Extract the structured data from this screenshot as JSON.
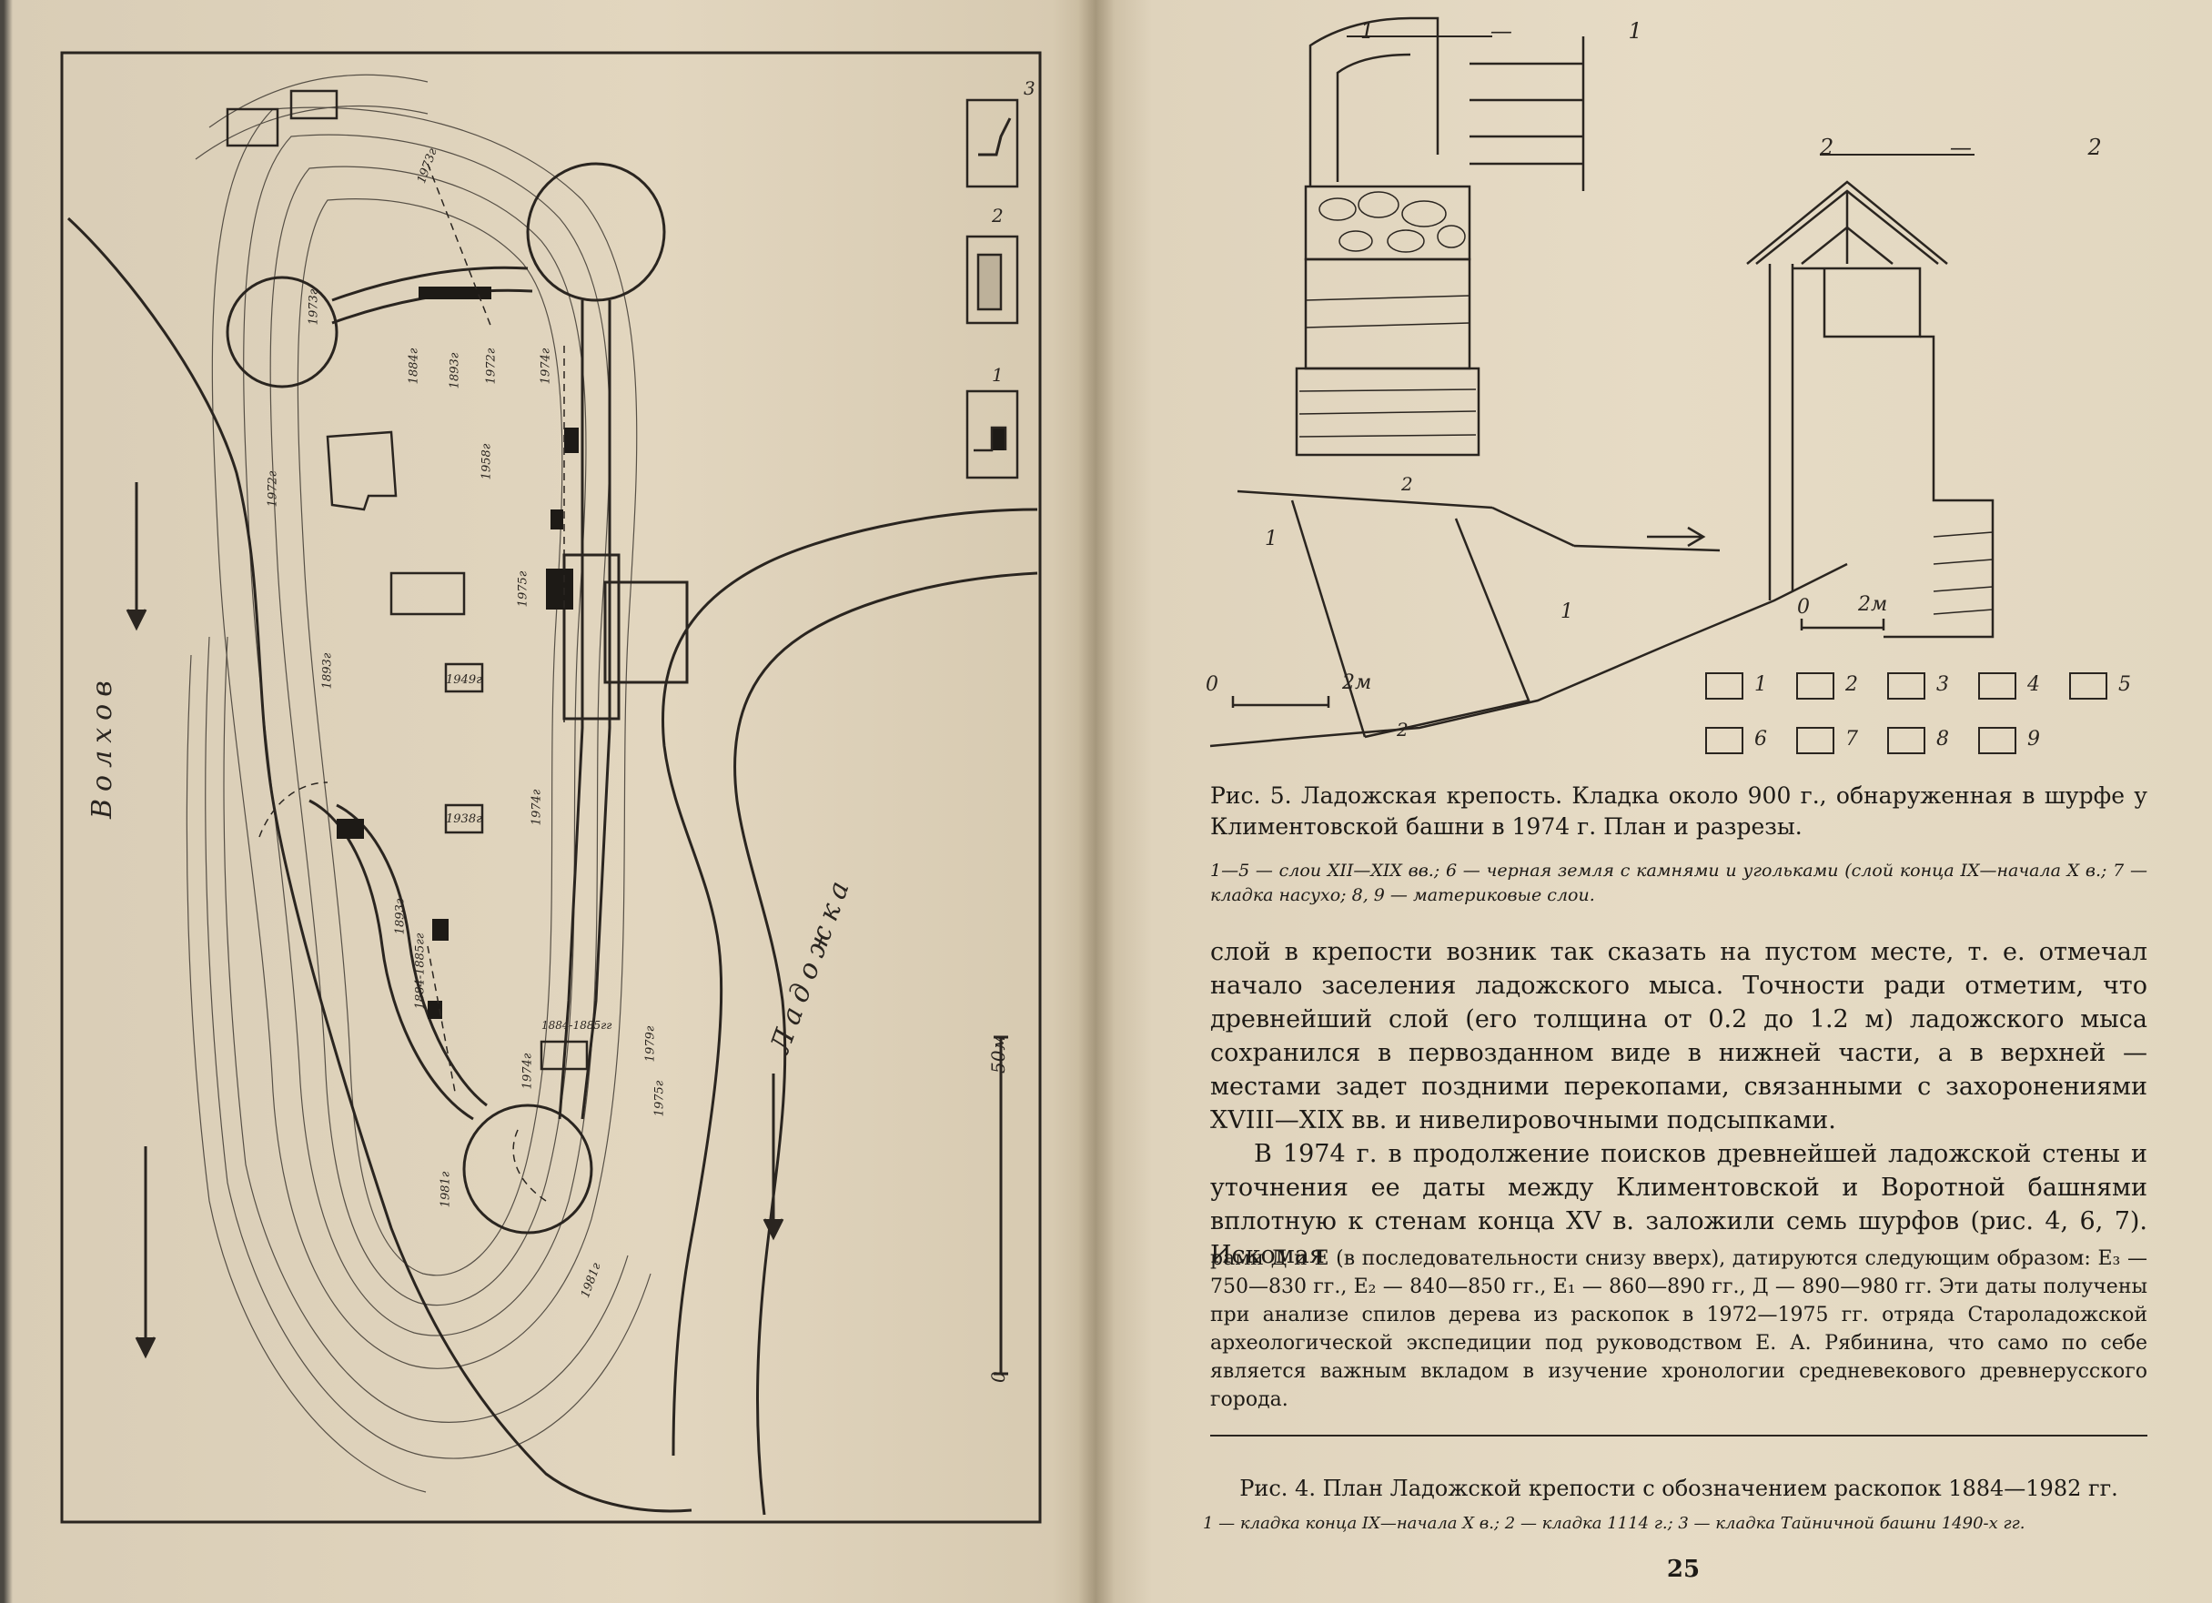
{
  "map": {
    "river_volkhov": "Волхов",
    "river_ladozhka": "Ладожка",
    "scale_top": "50м",
    "scale_zero": "0",
    "legend_numbers": [
      "1",
      "2",
      "3"
    ],
    "year_labels": [
      "1973г",
      "1973г",
      "1884г",
      "1893г",
      "1972г",
      "1974г",
      "1958г",
      "1972г",
      "1975г",
      "1893г",
      "1949г",
      "1938г",
      "1893г",
      "1884-1885гг",
      "1974г",
      "1884-1885гг",
      "1974г",
      "1979г",
      "1975г",
      "1981г",
      "1981г"
    ]
  },
  "figure5": {
    "section_1_label": "1 — 1",
    "section_2_label": "2 — 2",
    "scale_left_zero": "0",
    "scale_left_value": "2м",
    "scale_right_zero": "0",
    "scale_right_value": "2м",
    "marker_1": "1",
    "marker_1b": "1",
    "marker_2": "2",
    "marker_2b": "2",
    "legend": [
      "1",
      "2",
      "3",
      "4",
      "5",
      "6",
      "7",
      "8",
      "9"
    ],
    "caption": "Рис. 5. Ладожская крепость. Кладка около 900 г., обнаруженная в шурфе у Климентовской башни в 1974 г. План и разрезы.",
    "legend_text": "1—5 — слои XII—XIX вв.; 6 — черная земля с камнями и угольками (слой конца IX—начала X в.; 7 — кладка насухо; 8, 9 — материковые слои."
  },
  "body": {
    "paragraph_1": "слой в крепости возник так сказать на пустом месте, т. е. отмечал начало заселения ладожского мыса. Точности ради отметим, что древнейший слой (его толщина от 0.2 до 1.2 м) ладожского мыса сохранился в первозданном виде в нижней части, а в верхней — местами задет поздними перекопами, связанными с захоронениями XVIII—XIX вв. и нивелировочными подсыпками.",
    "paragraph_2": "В 1974 г. в продолжение поисков древнейшей ладожской стены и уточнения ее даты между Климентовской и Воротной башнями вплотную к стенам конца XV в. заложили семь шурфов (рис. 4, 6, 7). Искомая"
  },
  "footnote": "рами Д и Е (в последовательности снизу вверх), датируются следующим образом: Е₃ — 750—830 гг., Е₂ — 840—850 гг., Е₁ — 860—890 гг., Д — 890—980 гг. Эти даты получены при анализе спилов дерева из раскопок в 1972—1975 гг. отряда Староладожской археологической экспедиции под руководством Е. А. Рябинина, что само по себе является важным вкладом в изучение хронологии средневекового древнерусского города.",
  "figure4": {
    "caption": "Рис. 4. План Ладожской крепости с обозначением раскопок 1884—1982 гг.",
    "legend_text": "1 — кладка конца IX—начала X в.; 2 — кладка 1114 г.; 3 — кладка Тайничной башни 1490-х гг."
  },
  "page_number": "25"
}
